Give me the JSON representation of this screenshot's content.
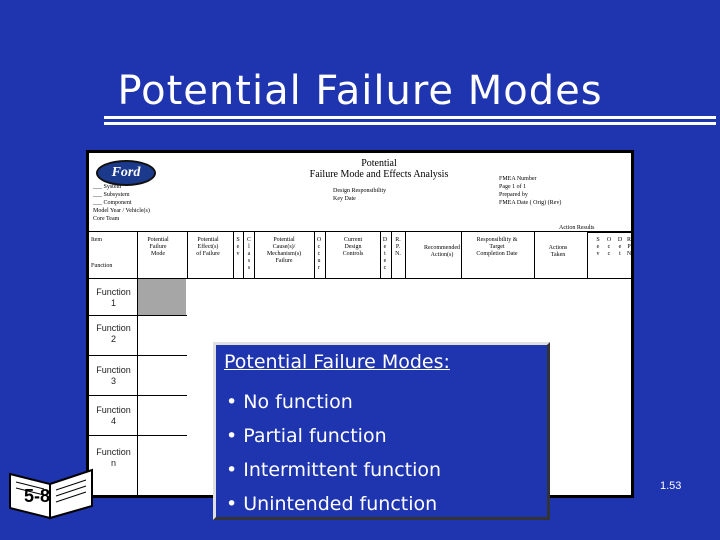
{
  "slide": {
    "title": "Potential Failure Modes",
    "slide_number": "1.53",
    "book_label": "5-8"
  },
  "form": {
    "logo": "Ford",
    "title_line1": "Potential",
    "title_line2": "Failure Mode and Effects Analysis",
    "left_lines": [
      "___ System",
      "___ Subsystem",
      "___ Component",
      "Model Year / Vehicle(s)",
      "Core Team"
    ],
    "middle_lines": [
      "Design Responsibility",
      "Key Date"
    ],
    "right_lines": [
      "FMEA Number",
      "Page 1 of 1",
      "Prepared by",
      "FMEA Date (  Orig)      (Rev)"
    ],
    "columns": {
      "item": "Item",
      "function": "Function",
      "failure_mode": "Potential\nFailure\nMode",
      "effects": "Potential\nEffect(s)\nof Failure",
      "sev": "S\ne\nv",
      "class": "C\nl\na\ns\ns",
      "causes": "Potential\nCause(s)/\nMechanism(s)\nFailure",
      "occur": "O\nc\nc\nu\nr",
      "controls": "Current\nDesign\nControls",
      "detect": "D\ne\nt\ne\nc",
      "rpn": "R.\nP.\nN.",
      "actions": "Recommended\nAction(s)",
      "responsibility": "Responsibility &\nTarget\nCompletion Date",
      "action_results": "Action Results",
      "actions_taken": "Actions\nTaken",
      "r_sev": "S\ne\nv",
      "r_occ": "O\nc\nc",
      "r_det": "D\ne\nt",
      "r_rpn": "R\nP\nN"
    },
    "functions": [
      "Function\n1",
      "Function\n2",
      "Function\n3",
      "Function\n4",
      "Function\nn"
    ]
  },
  "callout": {
    "title": "Potential Failure Modes:",
    "bullets": [
      "No function",
      "Partial function",
      "Intermittent function",
      "Unintended function"
    ]
  }
}
